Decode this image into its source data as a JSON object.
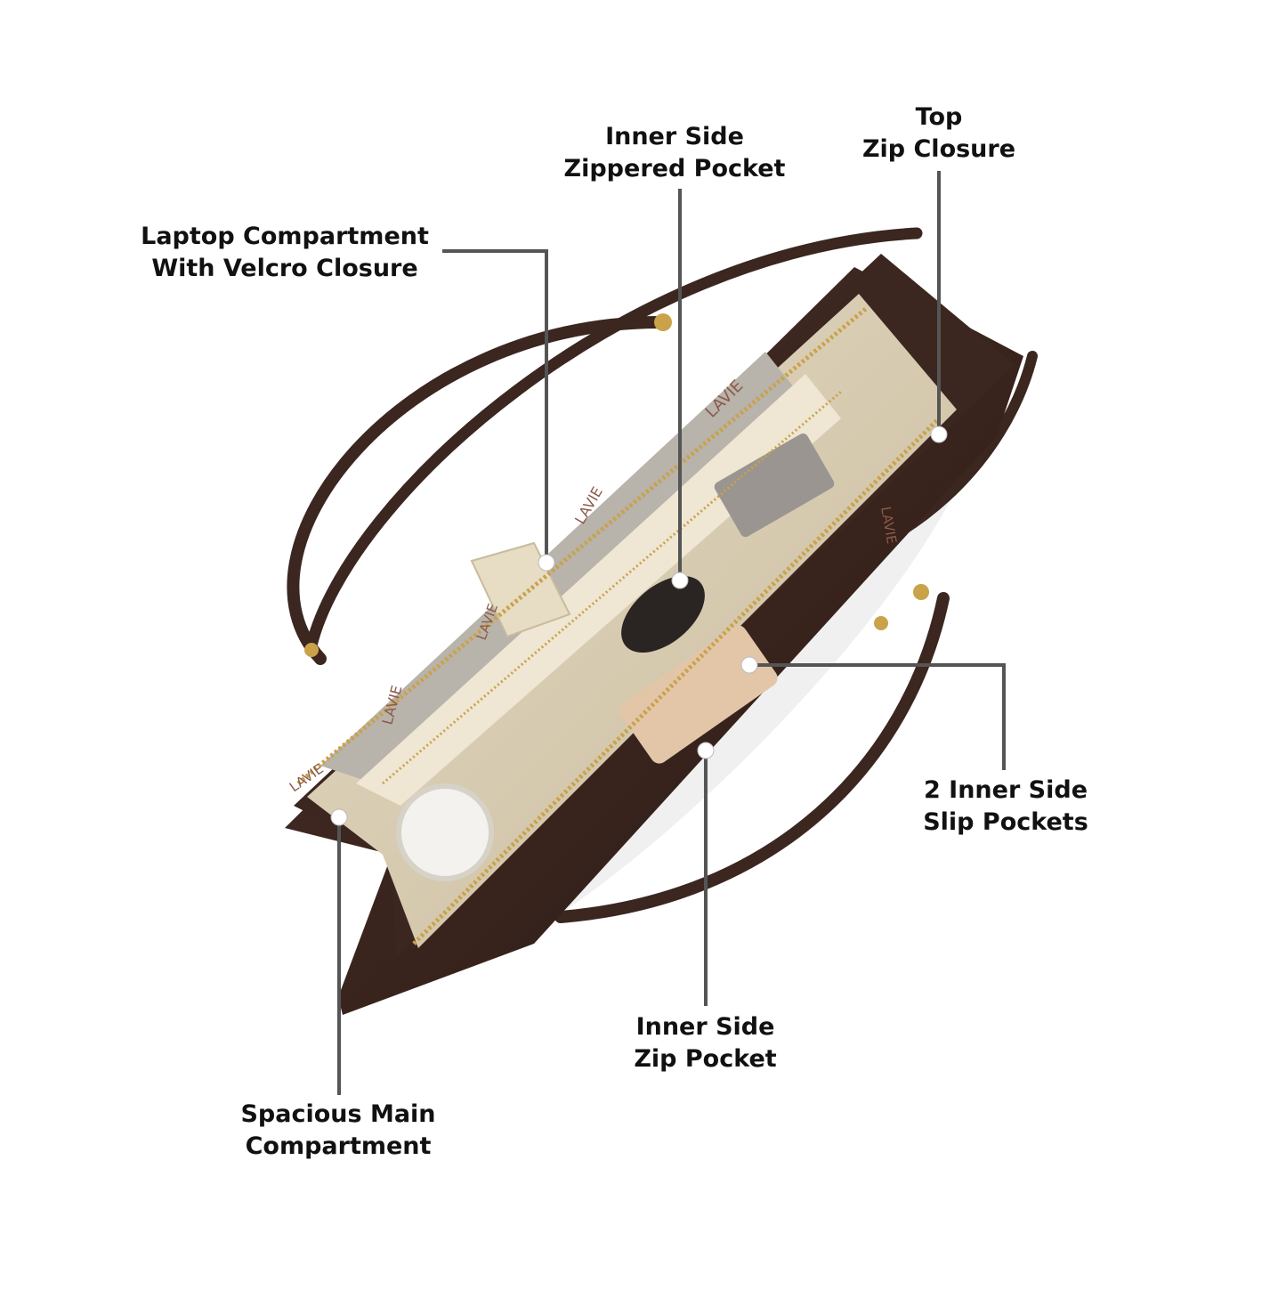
{
  "callouts": [
    {
      "id": "laptop",
      "lines": [
        "Laptop Compartment",
        "With Velcro Closure"
      ]
    },
    {
      "id": "zippered",
      "lines": [
        "Inner Side",
        "Zippered Pocket"
      ]
    },
    {
      "id": "topzip",
      "lines": [
        "Top",
        "Zip Closure"
      ]
    },
    {
      "id": "slip",
      "lines": [
        "2 Inner Side",
        "Slip Pockets"
      ]
    },
    {
      "id": "zippocket",
      "lines": [
        "Inner Side",
        "Zip Pocket"
      ]
    },
    {
      "id": "main",
      "lines": [
        "Spacious Main",
        "Compartment"
      ]
    }
  ],
  "brand_marks": [
    "LAVIE",
    "LAVIE",
    "LAVIE",
    "LAVIE",
    "LAVIE",
    "LAVIE"
  ],
  "colors": {
    "bag_leather": "#3b2620",
    "lining": "#d9cdb4",
    "zipper": "#c9a24a",
    "leader_line": "#555555",
    "label_text": "#111111"
  }
}
